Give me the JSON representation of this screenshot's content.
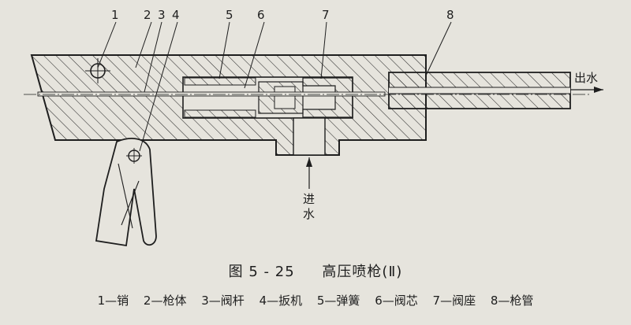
{
  "callouts": [
    "1",
    "2",
    "3",
    "4",
    "5",
    "6",
    "7",
    "8"
  ],
  "flow": {
    "outlet": "出水",
    "inlet_line1": "进",
    "inlet_line2": "水"
  },
  "caption": {
    "figure_number": "图 5 - 25",
    "title": "高压喷枪(Ⅱ)"
  },
  "legend": [
    "1—销",
    "2—枪体",
    "3—阀杆",
    "4—扳机",
    "5—弹簧",
    "6—阀芯",
    "7—阀座",
    "8—枪管"
  ]
}
